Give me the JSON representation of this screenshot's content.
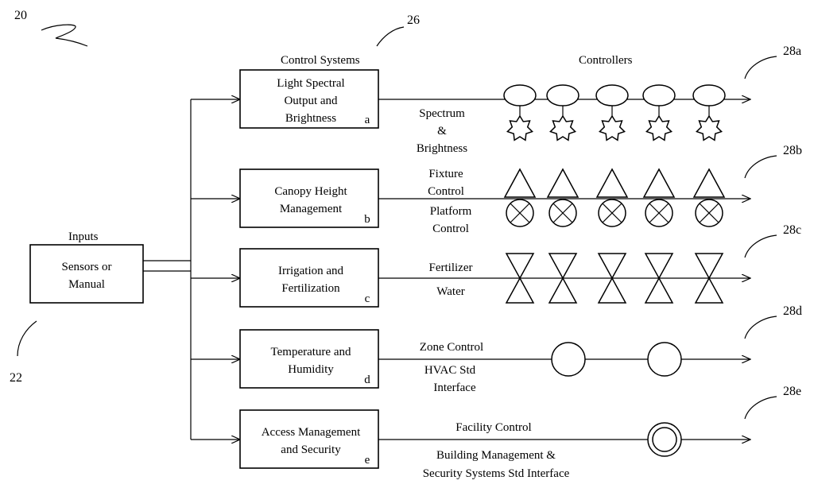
{
  "figure": {
    "ref_main": "20",
    "ref_inputs": "22",
    "ref_control_systems": "26",
    "inputs_heading": "Inputs",
    "control_systems_heading": "Control Systems",
    "controllers_heading": "Controllers"
  },
  "input_box": {
    "lines": [
      "Sensors or",
      "Manual"
    ]
  },
  "systems": [
    {
      "id": "light",
      "title_lines": [
        "Light Spectral",
        "Output and",
        "Brightness"
      ],
      "letter": "a",
      "ref": "28a",
      "upper_labels": [],
      "lower_labels": [
        "Spectrum",
        "&",
        "Brightness"
      ],
      "controllers": [
        {
          "kind": "oval-star",
          "count": 5
        }
      ]
    },
    {
      "id": "canopy",
      "title_lines": [
        "Canopy Height",
        "Management"
      ],
      "letter": "b",
      "ref": "28b",
      "upper_labels": [
        "Fixture",
        "Control"
      ],
      "lower_labels": [
        "Platform",
        "Control"
      ],
      "controllers": [
        {
          "kind": "triangle-cross",
          "count": 5
        }
      ]
    },
    {
      "id": "irrigation",
      "title_lines": [
        "Irrigation and",
        "Fertilization"
      ],
      "letter": "c",
      "ref": "28c",
      "upper_labels": [
        "Fertilizer"
      ],
      "lower_labels": [
        "Water"
      ],
      "controllers": [
        {
          "kind": "valve",
          "count": 5
        }
      ]
    },
    {
      "id": "temperature",
      "title_lines": [
        "Temperature and",
        "Humidity"
      ],
      "letter": "d",
      "ref": "28d",
      "upper_labels": [
        "Zone Control"
      ],
      "lower_labels": [
        "HVAC Std",
        "Interface"
      ],
      "controllers": [
        {
          "kind": "circle",
          "count": 2
        }
      ]
    },
    {
      "id": "access",
      "title_lines": [
        "Access Management",
        "and Security"
      ],
      "letter": "e",
      "ref": "28e",
      "upper_labels": [
        "Facility Control"
      ],
      "lower_labels": [
        "Building Management &",
        "Security Systems Std Interface"
      ],
      "controllers": [
        {
          "kind": "no-entry",
          "count": 1
        }
      ]
    }
  ]
}
